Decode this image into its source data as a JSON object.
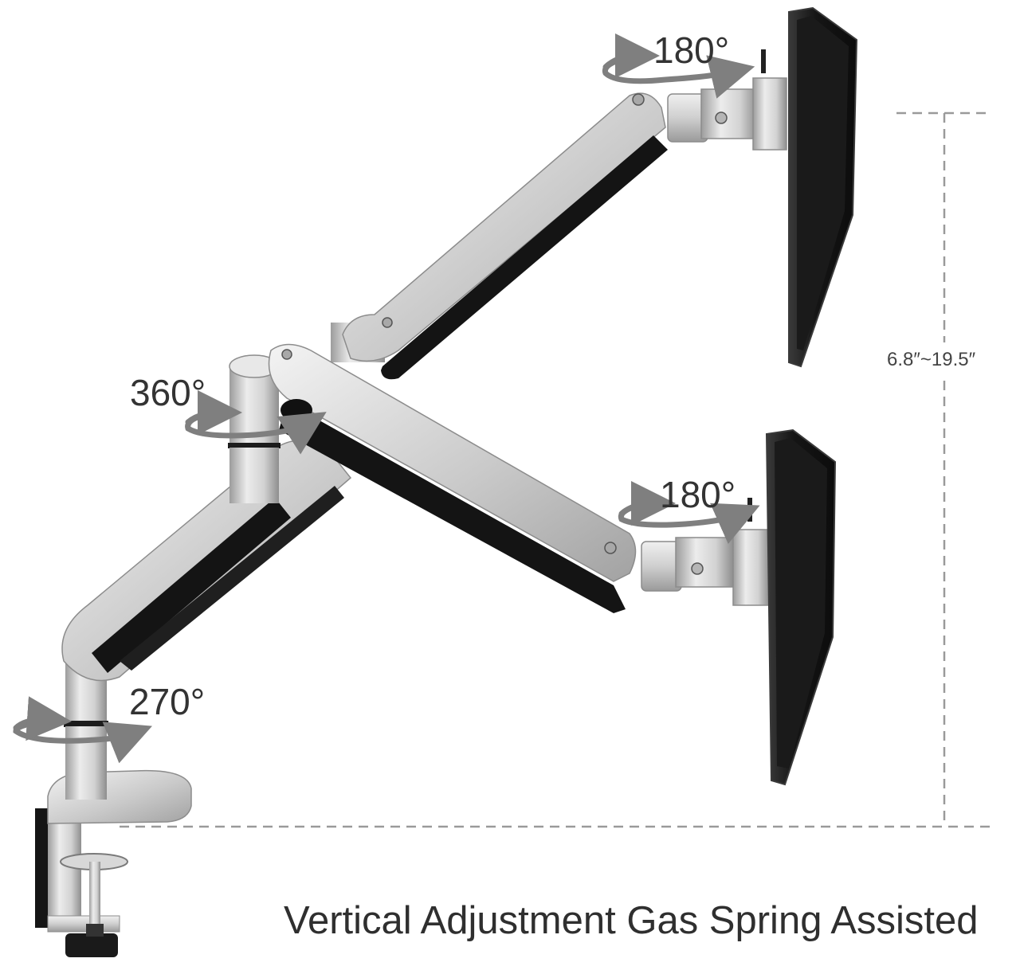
{
  "labels": {
    "top_monitor_rotation": "180°",
    "arm_joint_rotation": "360°",
    "bottom_monitor_rotation": "180°",
    "base_rotation": "270°",
    "height_range": "6.8″~19.5″"
  },
  "caption": "Vertical Adjustment Gas Spring Assisted",
  "colors": {
    "arm_silver": "#c9c9c9",
    "arm_highlight": "#ececec",
    "arm_shadow": "#8e8e8e",
    "gas_spring_black": "#151515",
    "monitor_black": "#121212",
    "monitor_edge": "#3a3a3a",
    "arrow_gray": "#7f7f7f",
    "dimension_line": "#9a9a9a",
    "text": "#333333"
  },
  "icons": {
    "rotation_arrows": "curved-rotation-arrow-icon",
    "dimension": "dashed-dimension-line"
  }
}
